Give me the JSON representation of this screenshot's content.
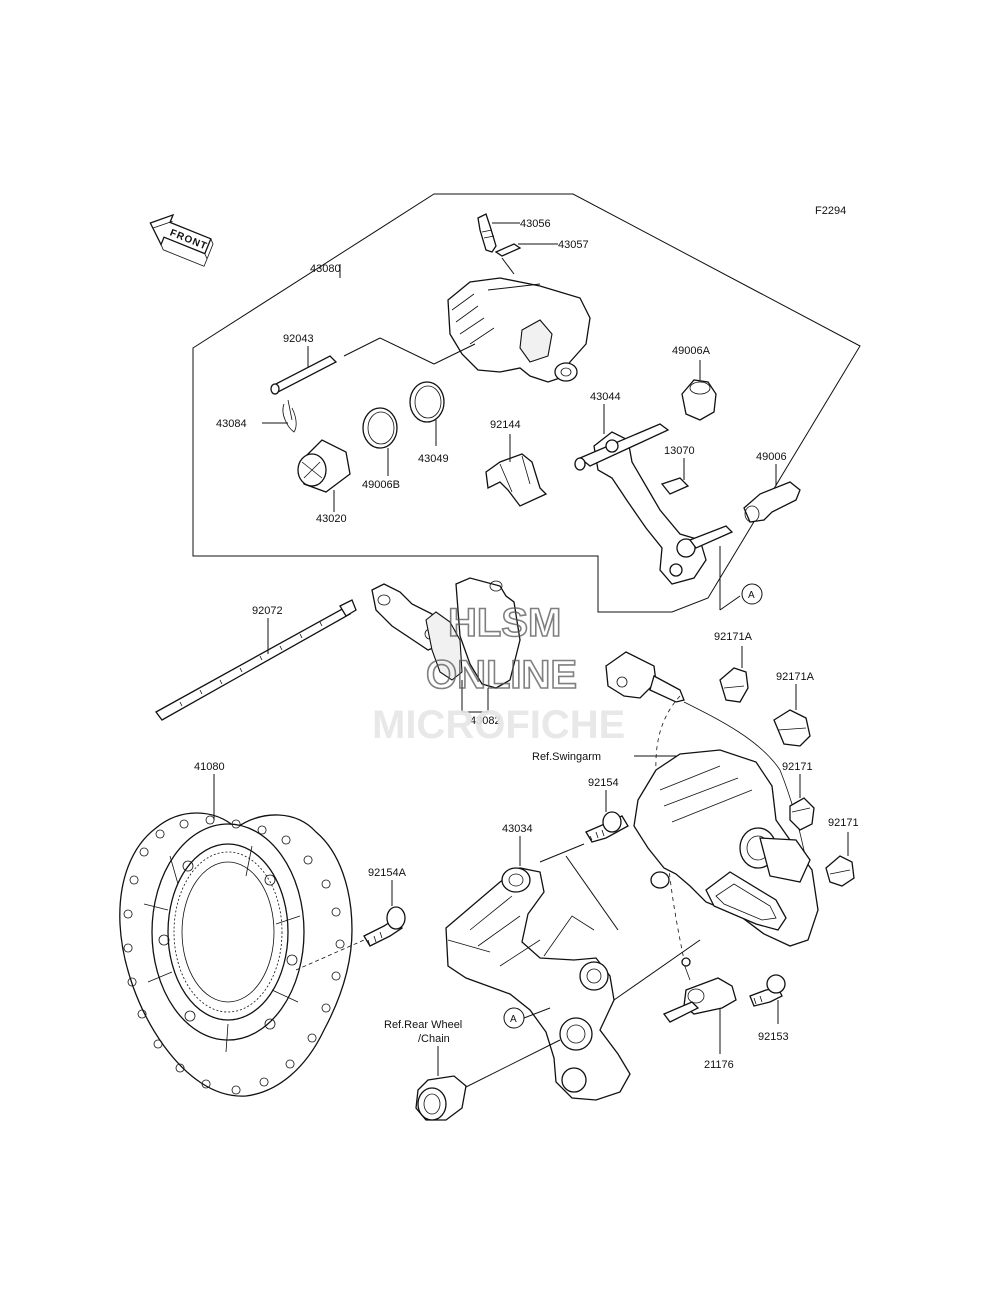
{
  "figure_code": "F2294",
  "front_label": "FRONT",
  "parts": {
    "p43080": "43080",
    "p43056": "43056",
    "p43057": "43057",
    "p92043": "92043",
    "p43084": "43084",
    "p43020": "43020",
    "p49006B": "49006B",
    "p43049": "43049",
    "p92144": "92144",
    "p43044": "43044",
    "p49006A": "49006A",
    "p13070": "13070",
    "p49006": "49006",
    "p92072": "92072",
    "p43082": "43082",
    "p92171A_1": "92171A",
    "p92171A_2": "92171A",
    "p92171_1": "92171",
    "p92171_2": "92171",
    "p41080": "41080",
    "p92154A": "92154A",
    "p43034": "43034",
    "p92154": "92154",
    "p21176": "21176",
    "p92153": "92153"
  },
  "refs": {
    "swingarm": "Ref.Swingarm",
    "rear_wheel_1": "Ref.Rear Wheel",
    "rear_wheel_2": "/Chain"
  },
  "markers": {
    "a1": "A",
    "a2": "A"
  },
  "watermark": {
    "line1": "HLSM",
    "line2": "ONLINE",
    "line3": "MICROFICHE"
  }
}
